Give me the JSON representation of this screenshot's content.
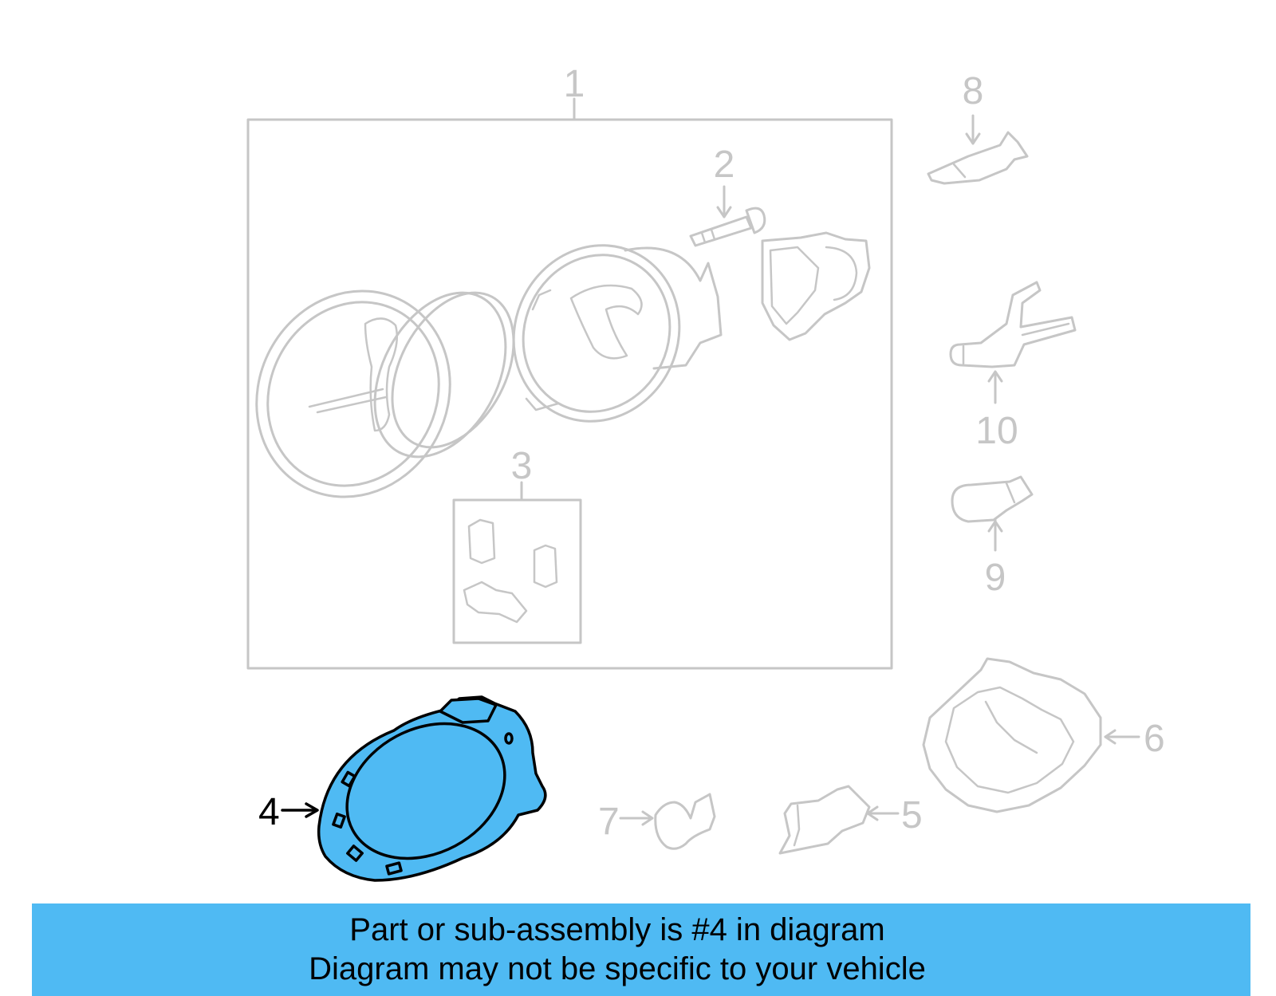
{
  "diagram": {
    "callouts": {
      "c1": "1",
      "c2": "2",
      "c3": "3",
      "c4": "4",
      "c5": "5",
      "c6": "6",
      "c7": "7",
      "c8": "8",
      "c9": "9",
      "c10": "10"
    },
    "highlighted_part": "4",
    "highlight_color": "#4fbaf3",
    "line_color": "#c6c6c6"
  },
  "banner": {
    "line1": "Part or sub-assembly is #4 in diagram",
    "line2": "Diagram may not be specific to your vehicle",
    "color": "#4fbaf3"
  }
}
